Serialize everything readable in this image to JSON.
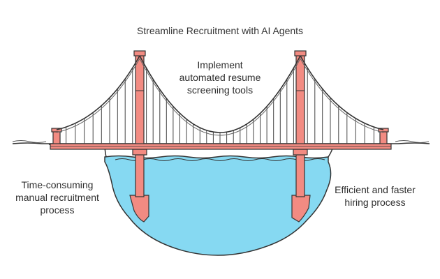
{
  "title": "Streamline Recruitment with AI Agents",
  "middle_text": [
    "Implement",
    "automated resume",
    "screening tools"
  ],
  "left_text": [
    "Time-consuming",
    "manual recruitment",
    "process"
  ],
  "right_text": [
    "Efficient and faster",
    "hiring process"
  ],
  "colors": {
    "water": "#86d9f2",
    "tower": "#f28b82",
    "cable": "#333333",
    "outline": "#333333",
    "ground_shade": "#f3b6ae"
  }
}
